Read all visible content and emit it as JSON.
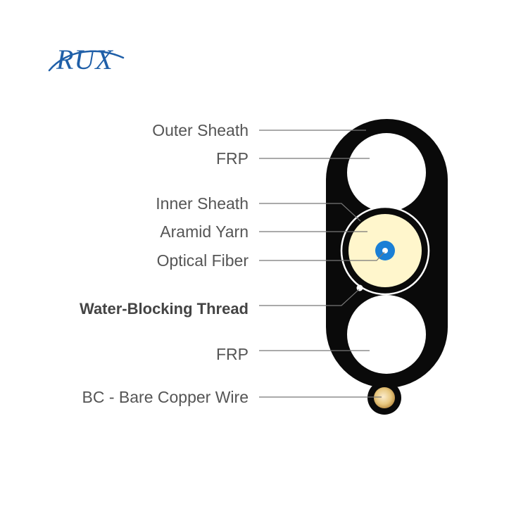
{
  "brand": {
    "logo_text": "RUX"
  },
  "labels": {
    "outer_sheath": "Outer Sheath",
    "frp_top": "FRP",
    "inner_sheath": "Inner Sheath",
    "aramid_yarn": "Aramid Yarn",
    "optical_fiber": "Optical Fiber",
    "water_blocking_thread": "Water-Blocking Thread",
    "frp_bottom": "FRP",
    "bare_copper_wire": "BC - Bare Copper Wire"
  },
  "colors": {
    "logo_blue": "#1f5fa8",
    "label_text": "#555555",
    "label_bold_text": "#444444",
    "leader_line": "#777777",
    "sheath_black": "#0a0a0a",
    "frp_white": "#ffffff",
    "aramid_yellow": "#fff6cc",
    "fiber_blue": "#1a7fd6",
    "copper_gold": "#e8c880"
  }
}
